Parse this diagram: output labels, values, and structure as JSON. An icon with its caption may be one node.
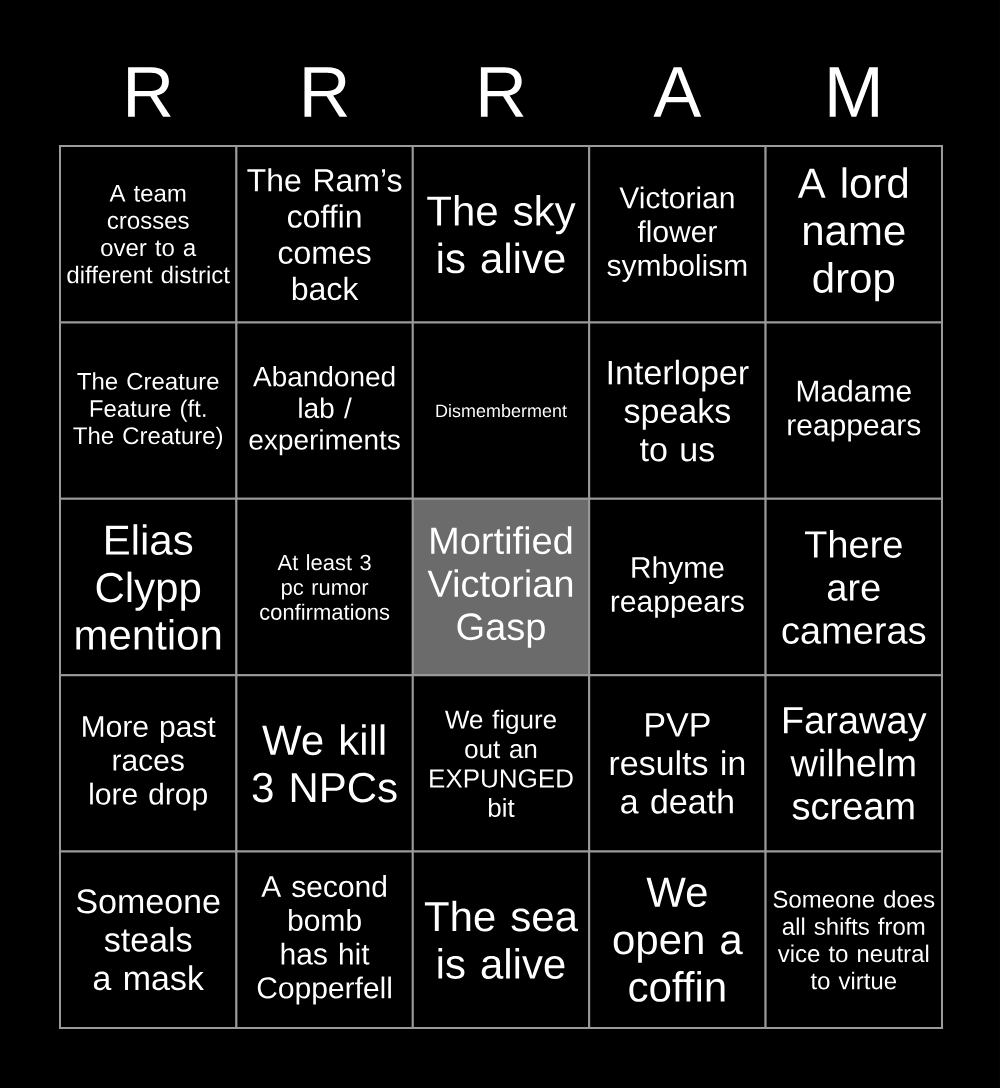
{
  "diagram": {
    "nodes": [
      {
        "text": [
          "A team crosses over to a different district"
        ]
      },
      {
        "text": [
          "The Ram’s coffin comes back"
        ]
      },
      {
        "text": [
          "The sky is alive"
        ]
      },
      {
        "text": [
          "Victorian flower symbolism"
        ]
      },
      {
        "text": [
          "A lord name drop"
        ]
      },
      {
        "text": [
          "The Creature Feature (ft. The Creature)"
        ]
      },
      {
        "text": [
          "Abandoned lab / experiments"
        ]
      },
      {
        "text": [
          "Dismemberment"
        ]
      },
      {
        "text": [
          "Interloper speaks to us"
        ]
      },
      {
        "text": [
          "Madame reappears"
        ]
      },
      {
        "text": [
          "Elias Clypp mention"
        ]
      },
      {
        "text": [
          "At least 3 pc rumor confirmations"
        ]
      },
      {
        "text": [
          "Mortified Victorian Gasp"
        ]
      },
      {
        "text": [
          "Rhyme reappears"
        ]
      },
      {
        "text": [
          "There are cameras"
        ]
      },
      {
        "text": [
          "More past races lore drop"
        ]
      },
      {
        "text": [
          "We kill 3 NPCs"
        ]
      },
      {
        "text": [
          "We figure out an EXPUNGED bit"
        ]
      },
      {
        "text": [
          "PVP results in a death"
        ]
      },
      {
        "text": [
          "Faraway wilhelm scream"
        ]
      },
      {
        "text": [
          "Someone steals a mask"
        ]
      },
      {
        "text": [
          "A second bomb has hit Copperfell"
        ]
      },
      {
        "text": [
          "The sea is alive"
        ]
      },
      {
        "text": [
          "We open a coffin"
        ]
      },
      {
        "text": [
          "Someone does all shifts from vice to neutral to virtue"
        ]
      }
    ],
    "labels": [
      "R",
      "R",
      "R",
      "A",
      "M"
    ]
  }
}
